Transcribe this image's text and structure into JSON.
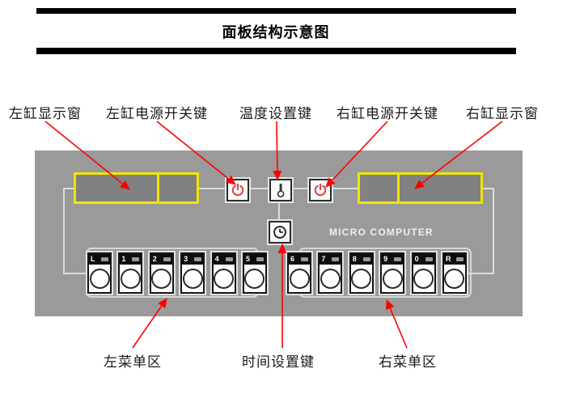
{
  "title": "面板结构示意图",
  "annotations": {
    "top": [
      "左缸显示窗",
      "左缸电源开关键",
      "温度设置键",
      "右缸电源开关键",
      "右缸显示窗"
    ],
    "bottom": [
      "左菜单区",
      "时间设置键",
      "右菜单区"
    ]
  },
  "panel": {
    "brand_text": "MICRO COMPUTER",
    "menu_buttons_left": [
      "L",
      "1",
      "2",
      "3",
      "4",
      "5"
    ],
    "menu_buttons_right": [
      "6",
      "7",
      "8",
      "9",
      "0",
      "R"
    ],
    "keys": {
      "left_power": "power-icon",
      "temperature_set": "thermometer-icon",
      "right_power": "power-icon",
      "time_set": "clock-icon"
    }
  },
  "colors": {
    "panel_bg": "#9a9a9a",
    "display_fill": "#818181",
    "display_border": "#f2e500",
    "connector_line": "#dcdcdc",
    "annotation_red": "#ff0000",
    "power_glyph_red": "#d94b4b",
    "glyph_dark": "#3a3a3a",
    "title_bar": "#000000"
  }
}
